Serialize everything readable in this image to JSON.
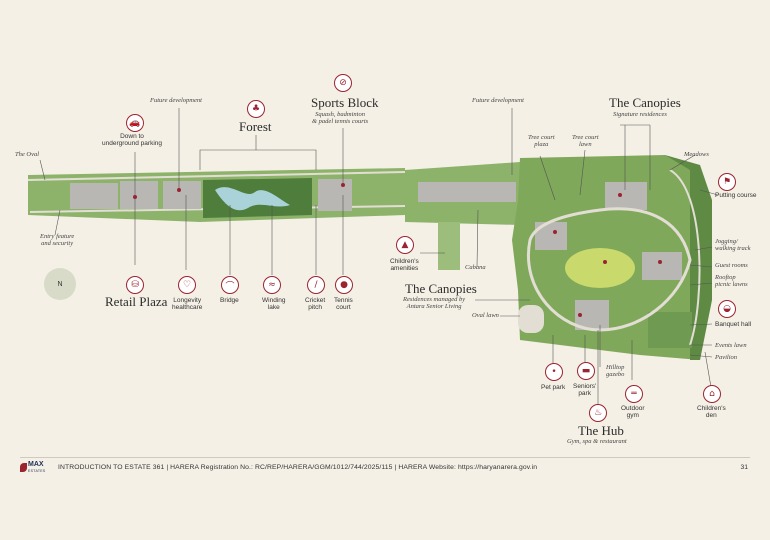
{
  "colors": {
    "background": "#f4f0e6",
    "green": "#7fa85a",
    "dark_green": "#3f6b36",
    "path": "#dcd9d0",
    "building": "#b9b7b3",
    "accent": "#9a2430",
    "water": "#a9d3d8"
  },
  "labels": {
    "the_oval": "The Oval",
    "entry": "Entry feature\nand security",
    "down_parking": "Down to\nunderground parking",
    "future_dev_1": "Future development",
    "forest": "Forest",
    "sports_block": "Sports Block",
    "sports_sub": "Squash, badminton\n& padel tennis courts",
    "future_dev_2": "Future development",
    "canopies_top": "The Canopies",
    "canopies_top_sub": "Signature residences",
    "meadows": "Meadows",
    "tree_court_plaza": "Tree court\nplaza",
    "tree_court_lawn": "Tree court\nlawn",
    "putting_course": "Putting course",
    "jogging": "Jogging/\nwalking track",
    "guest_rooms": "Guest rooms",
    "rooftop": "Rooftop\npicnic lawns",
    "banquet": "Banquet hall",
    "events_lawn": "Events lawn",
    "pavilion": "Pavilion",
    "childrens_den": "Children's\nden",
    "outdoor_gym": "Outdoor\ngym",
    "hilltop": "Hilltop\ngazebo",
    "seniors_park": "Seniors'\npark",
    "pet_park": "Pet park",
    "the_hub": "The Hub",
    "the_hub_sub": "Gym, spa & restaurant",
    "oval_lawn": "Oval lawn",
    "canopies_mid": "The Canopies",
    "canopies_mid_sub": "Residences managed by\nAntara Senior Living",
    "cabana": "Cabana",
    "childrens_amenities": "Children's\namenities",
    "retail_plaza": "Retail Plaza",
    "longevity": "Longevity\nhealthcare",
    "bridge": "Bridge",
    "winding_lake": "Winding\nlake",
    "cricket": "Cricket\npitch",
    "tennis": "Tennis\ncourt",
    "north": "N"
  },
  "icons": {
    "parking": "car-icon",
    "forest": "tree-icon",
    "sports": "racket-icon",
    "retail": "shopping-bag-icon",
    "longevity": "heart-icon",
    "bridge": "bridge-icon",
    "lake": "water-icon",
    "cricket": "cricket-bat-icon",
    "tennis": "tennis-ball-icon",
    "kids": "play-icon",
    "putting": "golf-icon",
    "banquet": "dining-icon",
    "den": "house-icon",
    "gym": "dumbbell-icon",
    "hub": "spa-icon",
    "pet": "paw-icon",
    "seniors": "bench-icon"
  },
  "footer": {
    "logo": "MAX",
    "logo_sub": "ESTATES",
    "text": "INTRODUCTION TO ESTATE 361 | HARERA Registration No.: RC/REP/HARERA/GGM/1012/744/2025/115 | HARERA Website: https://haryanarera.gov.in",
    "page": "31"
  }
}
